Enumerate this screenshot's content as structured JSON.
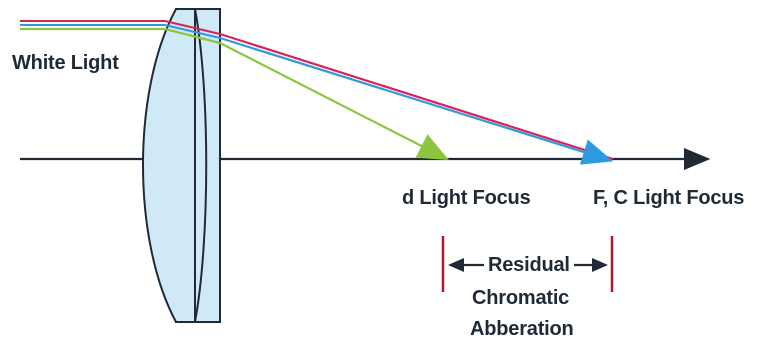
{
  "diagram": {
    "labels": {
      "white_light": "White Light",
      "d_light_focus": "d Light Focus",
      "fc_light_focus": "F, C Light Focus",
      "residual": "Residual",
      "chromatic": "Chromatic",
      "abberation": "Abberation"
    },
    "colors": {
      "axis": "#1f2a36",
      "lens_fill": "#cfe9f7",
      "lens_stroke": "#1f2a36",
      "ray_red": "#d8235a",
      "ray_blue": "#2e9be0",
      "ray_green": "#8cc63f",
      "bracket": "#b0182f",
      "text": "#1f2a36"
    },
    "icons": {
      "left_arrow": "arrow-left-icon",
      "right_arrow": "arrow-right-icon"
    }
  }
}
